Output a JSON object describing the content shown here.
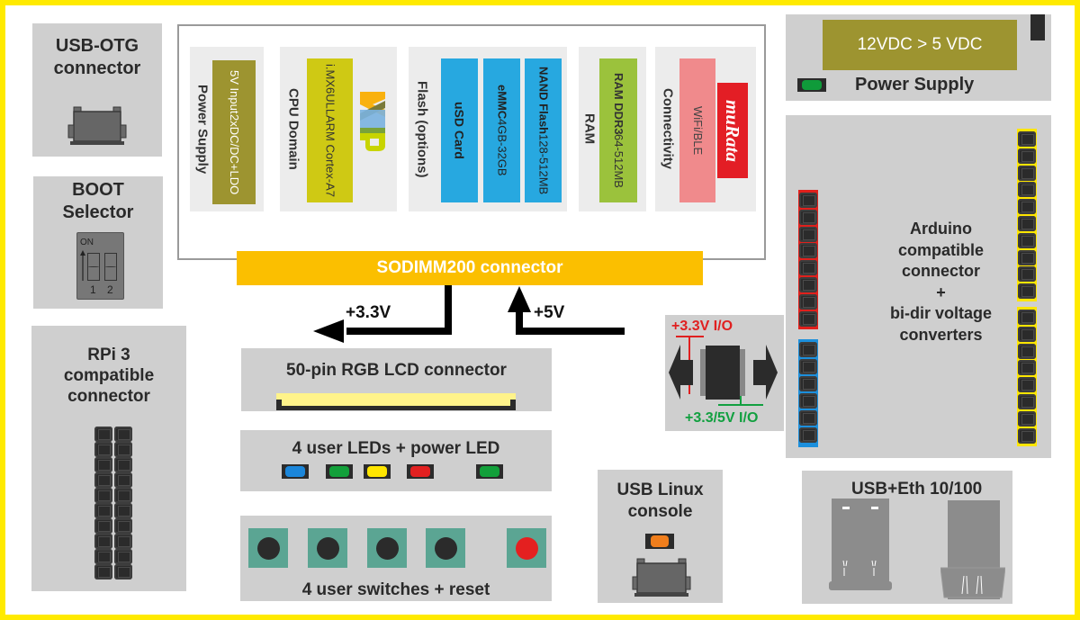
{
  "usb_otg": {
    "title_line1": "USB-OTG",
    "title_line2": "connector"
  },
  "boot": {
    "title_line1": "BOOT",
    "title_line2": "Selector",
    "switch_on_label": "ON",
    "switch_labels": [
      "1",
      "2"
    ]
  },
  "rpi": {
    "title_line1": "RPi 3",
    "title_line2": "compatible",
    "title_line3": "connector",
    "pin_rows": 10,
    "pin_cols": 2
  },
  "som": {
    "sections": [
      {
        "name": "Power Supply",
        "blocks": [
          {
            "line1": "5V Input",
            "line2": "2xDC/DC+LDO",
            "color": "#9d9430",
            "text_color": "#ffffff"
          }
        ]
      },
      {
        "name": "CPU Domain",
        "logo": "NXP",
        "blocks": [
          {
            "line1": "i.MX6ULL",
            "line2": "ARM Cortex-A7",
            "color": "#cfc914",
            "text_color": "#333333"
          }
        ]
      },
      {
        "name": "Flash (options)",
        "blocks": [
          {
            "line1": "uSD Card",
            "line2": "",
            "color": "#27a8e0",
            "text_color": "#222222"
          },
          {
            "line1": "eMMC",
            "line2": "4GB-32GB",
            "color": "#27a8e0",
            "text_color": "#222222"
          },
          {
            "line1": "NAND Flash",
            "line2": "128-512MB",
            "color": "#27a8e0",
            "text_color": "#222222"
          }
        ]
      },
      {
        "name": "RAM",
        "blocks": [
          {
            "line1": "RAM DDR3",
            "line2": "64-512MB",
            "color": "#9bc23c",
            "text_color": "#333333"
          }
        ]
      },
      {
        "name": "Connectivity",
        "logo": "muRata",
        "blocks": [
          {
            "line1": "WiFi/BLE",
            "line2": "",
            "color": "#f08a8c",
            "text_color": "#444444"
          }
        ]
      }
    ]
  },
  "sodimm": {
    "label": "SODIMM200 connector",
    "color": "#fbbf00"
  },
  "rails": {
    "out_label": "+3.3V",
    "in_label": "+5V"
  },
  "power_supply": {
    "converter_label": "12VDC > 5 VDC",
    "title": "Power Supply",
    "led_color": "#0f9b3a"
  },
  "arduino": {
    "title_lines": [
      "Arduino",
      "compatible",
      "connector",
      "+",
      "bi-dir voltage",
      "converters"
    ],
    "left_header_red_pins": 8,
    "left_header_blue_pins": 6,
    "right_header_top_pins": 10,
    "right_header_bottom_pins": 8,
    "colors": {
      "red": "#e0201c",
      "blue": "#1c8fdc",
      "yellow": "#ffe600"
    }
  },
  "level_shifter": {
    "top_label": "+3.3V I/O",
    "bottom_label": "+3.3/5V I/O",
    "top_color": "#e02020",
    "bottom_color": "#12a040"
  },
  "lcd": {
    "title": "50-pin RGB LCD connector"
  },
  "leds": {
    "title": "4 user LEDs + power LED",
    "colors": [
      "#1b86da",
      "#12a03a",
      "#ffe600",
      "#e22020",
      "#12a03a"
    ]
  },
  "switches": {
    "title": "4 user switches + reset",
    "colors": [
      "#2b2b2b",
      "#2b2b2b",
      "#2b2b2b",
      "#2b2b2b",
      "#e42020"
    ]
  },
  "console": {
    "title_line1": "USB Linux",
    "title_line2": "console",
    "led_color": "#f07e1c"
  },
  "usb_eth": {
    "title": "USB+Eth 10/100"
  }
}
